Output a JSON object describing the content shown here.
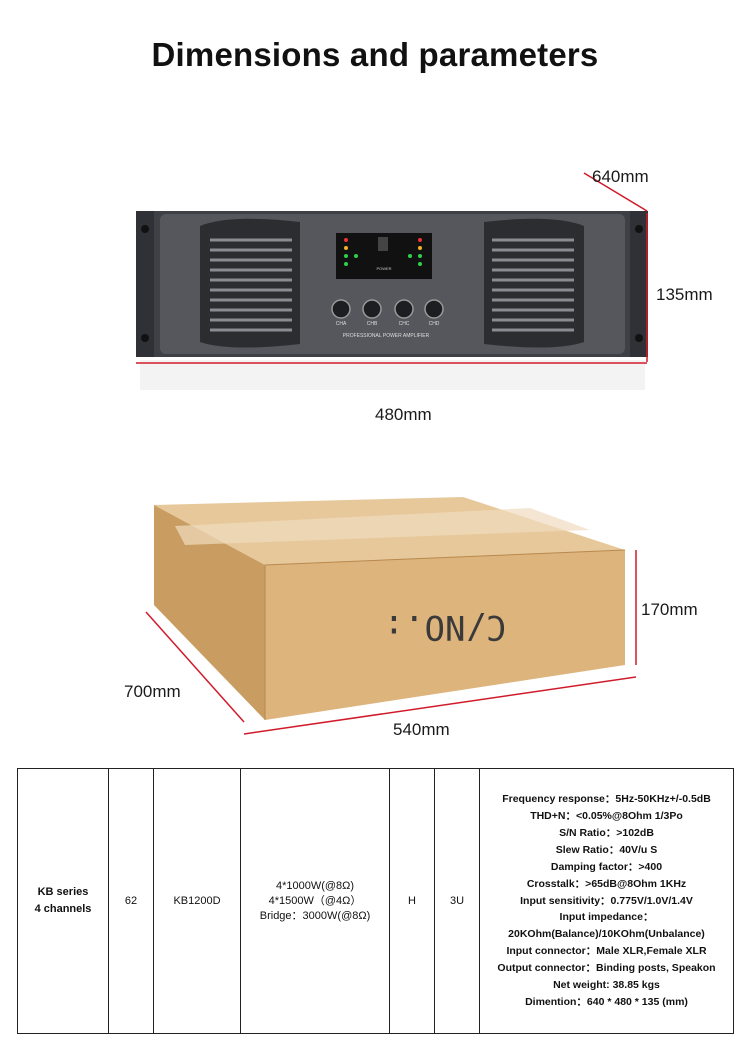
{
  "title": "Dimensions and parameters",
  "amp_dims": {
    "depth": "640mm",
    "height": "135mm",
    "width": "480mm"
  },
  "box_dims": {
    "height": "170mm",
    "depth": "700mm",
    "width": "540mm"
  },
  "amp_panel": {
    "channels": [
      "CHA",
      "CHB",
      "CHC",
      "CHD"
    ],
    "brand_text": "PROFESSIONAL POWER AMPLIFIER",
    "power_label": "POWER"
  },
  "box_label": "C/NO.:",
  "colors": {
    "dimension_line": "#d11a2a",
    "carton": "#d9b07a",
    "amp_body": "#4a4c52"
  },
  "spec_table": {
    "series_line1": "KB series",
    "series_line2": "4 channels",
    "number": "62",
    "model": "KB1200D",
    "power": [
      "4*1000W(@8Ω)",
      "4*1500W（@4Ω）",
      "Bridge：3000W(@8Ω)"
    ],
    "h": "H",
    "u": "3U",
    "parameters": [
      "Frequency response：5Hz-50KHz+/-0.5dB",
      "THD+N：<0.05%@8Ohm 1/3Po",
      "S/N Ratio：>102dB",
      "Slew Ratio：40V/u S",
      "Damping factor：>400",
      "Crosstalk：>65dB@8Ohm 1KHz",
      "Input sensitivity：0.775V/1.0V/1.4V",
      "Input impedance：",
      "20KOhm(Balance)/10KOhm(Unbalance)",
      "Input connector：Male XLR,Female XLR",
      "Output connector：Binding posts, Speakon",
      "Net weight: 38.85 kgs",
      "Dimention：640 * 480 * 135 (mm)"
    ]
  }
}
